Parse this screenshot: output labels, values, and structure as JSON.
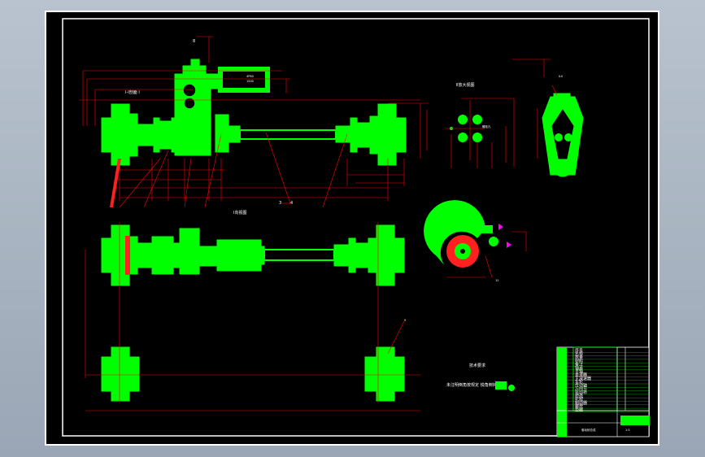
{
  "colors": {
    "background": "#000000",
    "border": "#ffffff",
    "part": "#00ff00",
    "dimension": "#ff0000",
    "text": "#ffffff",
    "highlight": "#ff2020",
    "magenta": "#ff00ff"
  },
  "labels": {
    "top_view_label": "Ⅰ-Ⅰ剖面 Ⅰ",
    "front_view_label": "Ⅰ向视图",
    "section_detail_label": "Ⅱ放大视图",
    "section_detail_note": "螺栓孔",
    "side_view_label": "Ⅱ-Ⅱ",
    "notes_title": "技术要求",
    "notes_text": "未注明倒角按规定 锐角倒钝",
    "balloon_top": "8",
    "balloon_center": "3",
    "balloon_center2": "4",
    "balloon_side": "12",
    "balloon_right": "9"
  },
  "title_block": {
    "rows": [
      "序号",
      "名称",
      "数量",
      "材料",
      "备注",
      "轴承",
      "半轴",
      "差速器",
      "主减速器",
      "车轮",
      "传动轴",
      "万向节",
      "驱动桥",
      "桥壳",
      "轮毂",
      "制动器",
      "螺栓",
      "垫圈"
    ],
    "drawing_title": "驱动桥总成",
    "sheet": "1:5"
  }
}
